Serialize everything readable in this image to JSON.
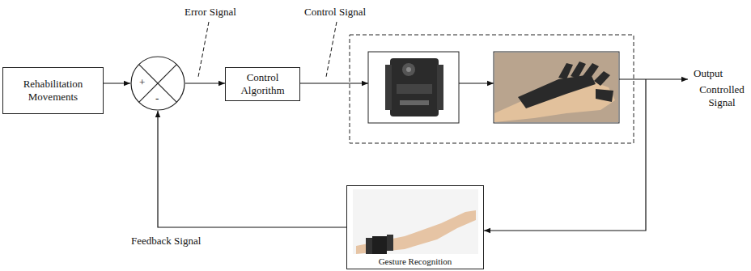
{
  "diagram": {
    "nodes": [
      {
        "text": [
          "Rehabilitation Movements"
        ]
      },
      {
        "text": [
          "+",
          "-"
        ]
      },
      {
        "text": [
          "Control Algorithm"
        ]
      },
      {
        "text": [
          "Gesture Recognition"
        ]
      }
    ],
    "edges": [
      {
        "from": 0,
        "to": 1,
        "arrow": "to"
      },
      {
        "from": 1,
        "to": 2,
        "arrow": "to"
      },
      {
        "from": 3,
        "to": 1,
        "arrow": "to"
      }
    ],
    "labels": [
      "Error Signal",
      "Control Signal",
      "Output",
      "Controlled Signal",
      "Feedback Signal"
    ]
  }
}
